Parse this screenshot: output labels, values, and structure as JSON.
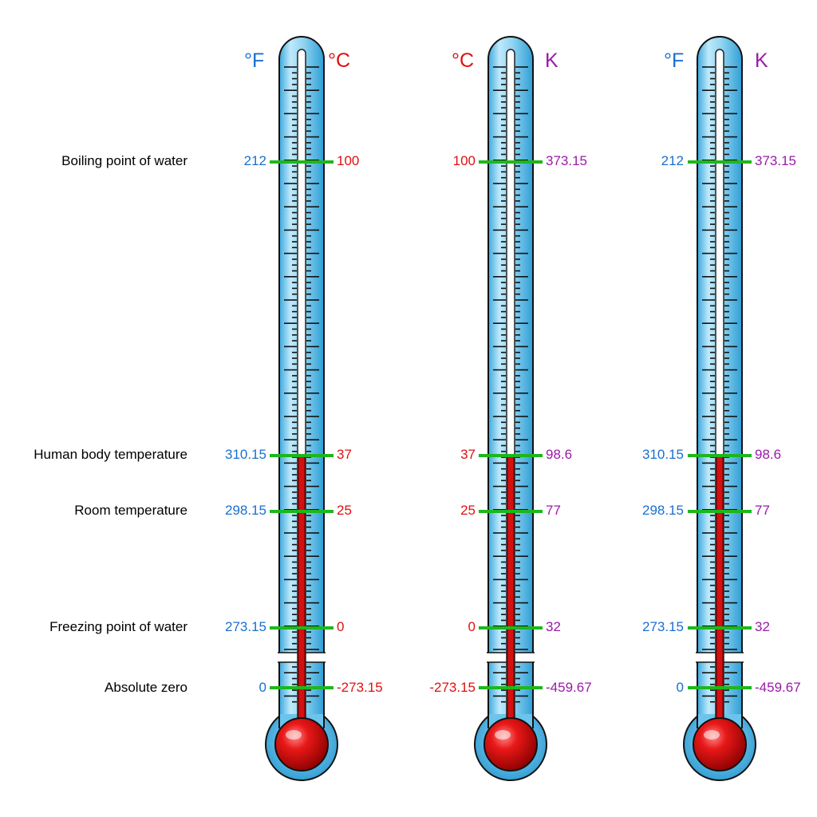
{
  "colors": {
    "fahrenheit": "#1a6fd0",
    "celsius": "#e01010",
    "kelvin": "#9a1aa8",
    "marker": "#1db71d",
    "tube": "#8fd3f0",
    "mercury": "#d41010"
  },
  "rows": [
    {
      "label": "Boiling point of water"
    },
    {
      "label": "Human body temperature"
    },
    {
      "label": "Room temperature"
    },
    {
      "label": "Freezing point of water"
    },
    {
      "label": "Absolute zero"
    }
  ],
  "thermometers": [
    {
      "left_unit": "°F",
      "right_unit": "°C",
      "left_scale": "fahrenheit",
      "right_scale": "celsius",
      "left_values": [
        "212",
        "310.15",
        "298.15",
        "273.15",
        "0"
      ],
      "right_values": [
        "100",
        "37",
        "25",
        "0",
        "-273.15"
      ]
    },
    {
      "left_unit": "°C",
      "right_unit": "K",
      "left_scale": "celsius",
      "right_scale": "kelvin",
      "left_values": [
        "100",
        "37",
        "25",
        "0",
        "-273.15"
      ],
      "right_values": [
        "373.15",
        "98.6",
        "77",
        "32",
        "-459.67"
      ]
    },
    {
      "left_unit": "°F",
      "right_unit": "K",
      "left_scale": "fahrenheit",
      "right_scale": "kelvin",
      "left_values": [
        "212",
        "310.15",
        "298.15",
        "273.15",
        "0"
      ],
      "right_values": [
        "373.15",
        "98.6",
        "77",
        "32",
        "-459.67"
      ]
    }
  ]
}
